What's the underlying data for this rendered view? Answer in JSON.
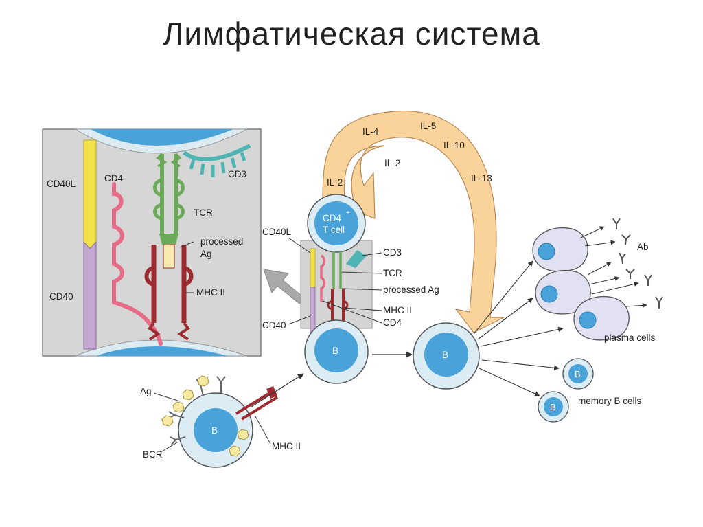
{
  "title": "Лимфатическая система",
  "inset": {
    "cd40l": "CD40L",
    "cd40": "CD40",
    "cd4": "CD4",
    "cd3": "CD3",
    "tcr": "TCR",
    "processed_line1": "processed",
    "processed_line2": "Ag",
    "mhc2": "MHC II"
  },
  "synapse": {
    "cd4_tcell_line1": "CD4",
    "cd4_tcell_sup": "+",
    "cd4_tcell_line2": "T cell",
    "cd40l": "CD40L",
    "cd40": "CD40",
    "cd3": "CD3",
    "tcr": "TCR",
    "processed_ag": "processed Ag",
    "mhc2": "MHC II",
    "cd4": "CD4",
    "b": "B"
  },
  "cytokines": [
    "IL-4",
    "IL-5",
    "IL-10",
    "IL-2",
    "IL-2",
    "IL-13"
  ],
  "naive_b": {
    "ag": "Ag",
    "bcr": "BCR",
    "mhc2": "MHC II",
    "b": "B"
  },
  "activated_b": "B",
  "outputs": {
    "ab": "Ab",
    "plasma_cells": "plasma cells",
    "memory_cells": "memory B cells",
    "memory_b1": "B",
    "memory_b2": "B"
  },
  "colors": {
    "cell_fill": "#dcecf4",
    "nucleus": "#4aa3d8",
    "arrow_band": "#fad39a",
    "inset_bg": "#d4d4d4",
    "cd40l": "#f2e24a",
    "cd40": "#c4a8d2",
    "cd4": "#e66b86",
    "tcr": "#6aaa58",
    "cd3": "#4fb4b4",
    "mhc2": "#9b2b2e",
    "plasma_fill": "#e2e1f1"
  }
}
